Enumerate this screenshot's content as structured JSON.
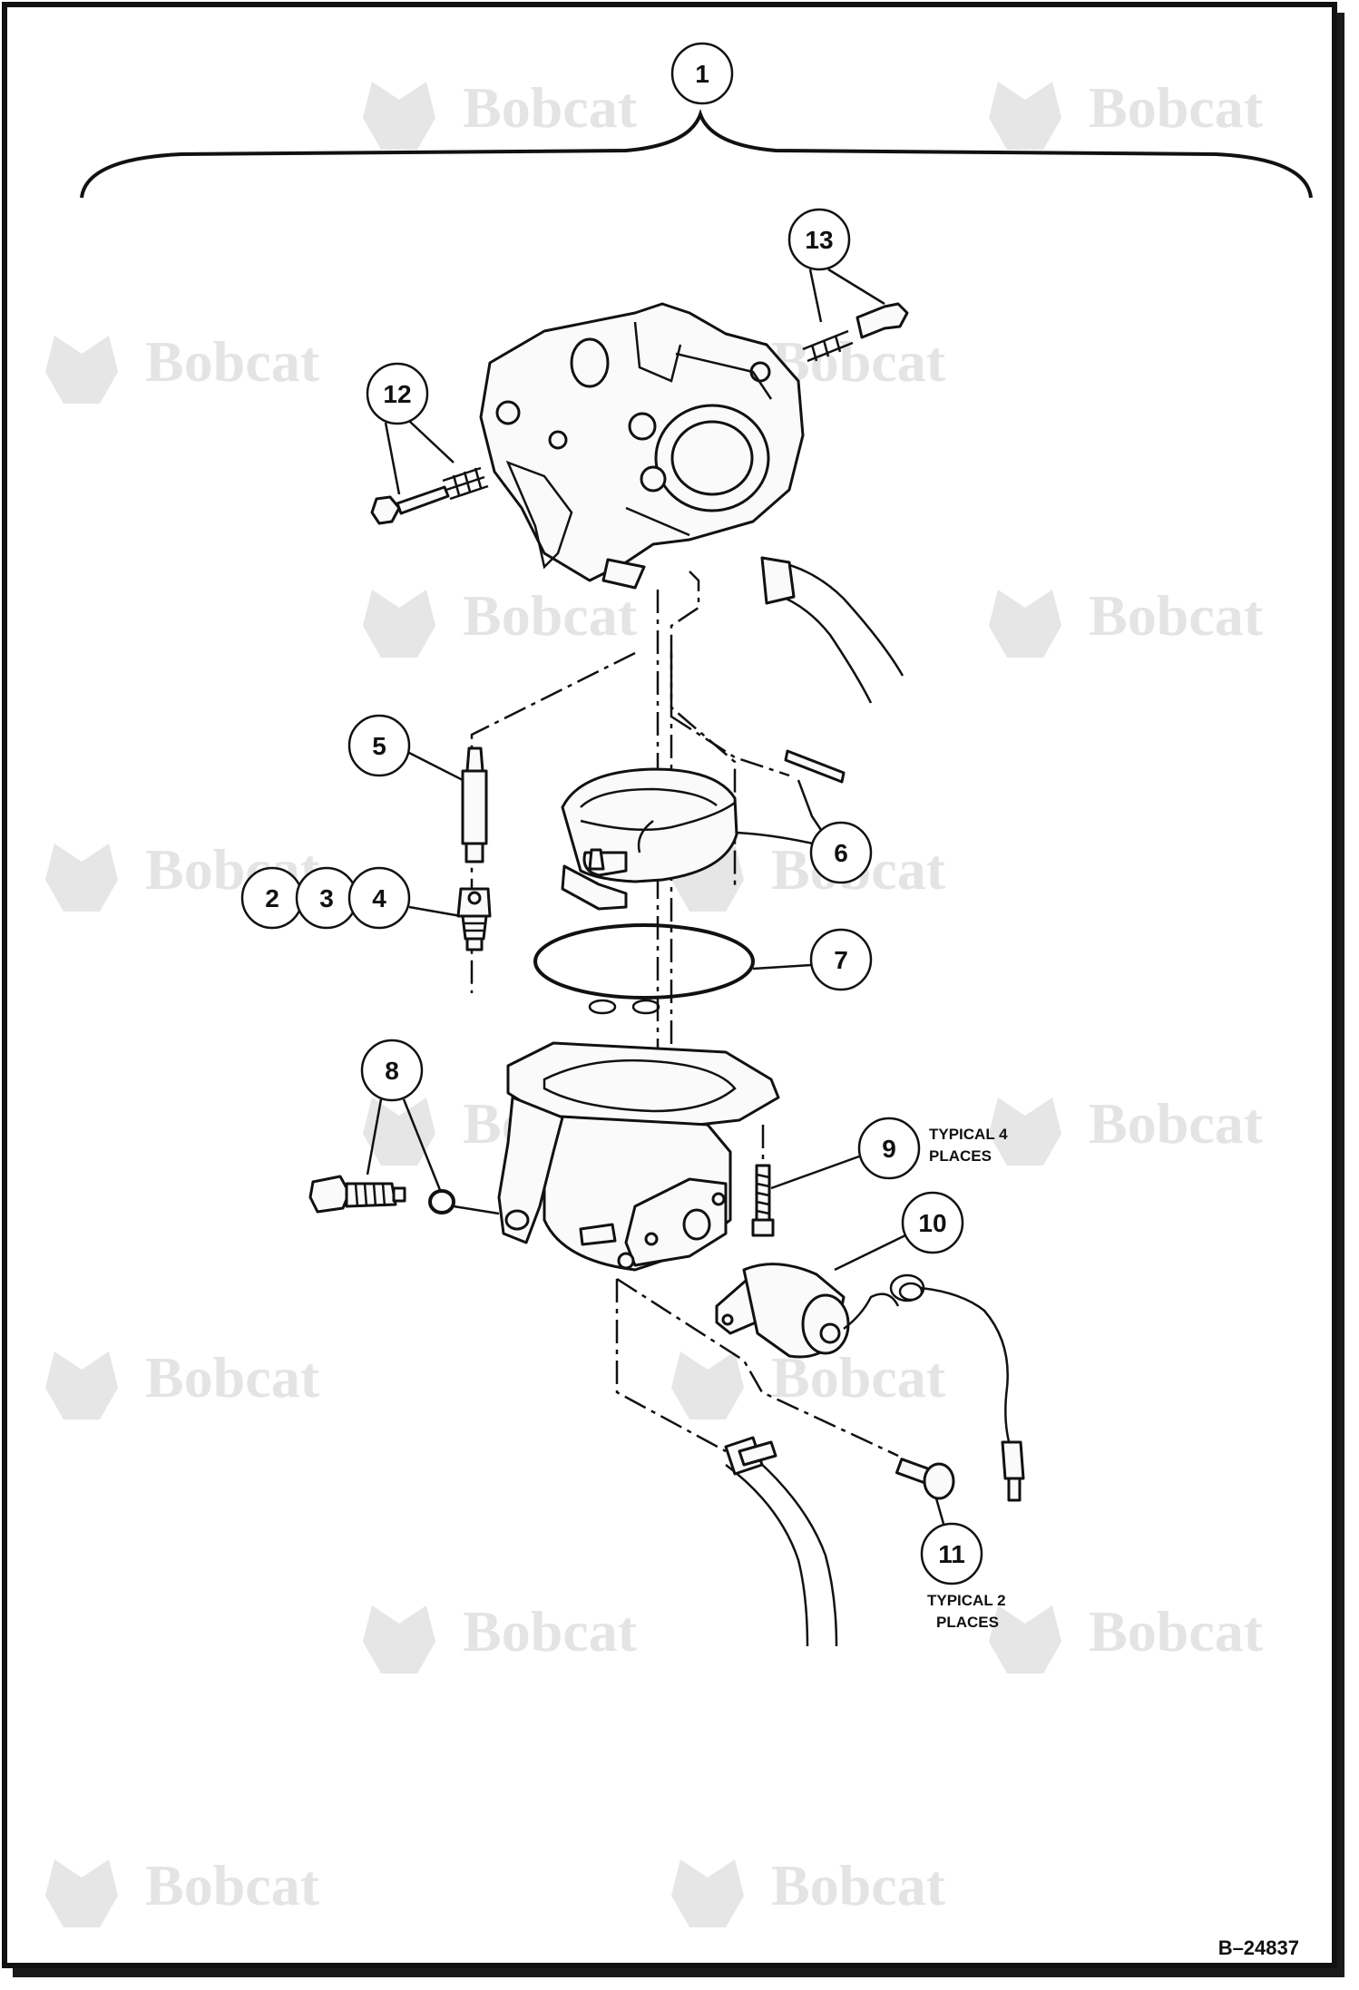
{
  "drawing_ref": "B–24837",
  "watermark": "Bobcat",
  "callouts": [
    {
      "id": "callout-1",
      "label": "1"
    },
    {
      "id": "callout-2",
      "label": "2"
    },
    {
      "id": "callout-3",
      "label": "3"
    },
    {
      "id": "callout-4",
      "label": "4"
    },
    {
      "id": "callout-5",
      "label": "5"
    },
    {
      "id": "callout-6",
      "label": "6"
    },
    {
      "id": "callout-7",
      "label": "7"
    },
    {
      "id": "callout-8",
      "label": "8"
    },
    {
      "id": "callout-9",
      "label": "9"
    },
    {
      "id": "callout-10",
      "label": "10"
    },
    {
      "id": "callout-11",
      "label": "11"
    },
    {
      "id": "callout-12",
      "label": "12"
    },
    {
      "id": "callout-13",
      "label": "13"
    }
  ],
  "notes": {
    "item9_line1": "TYPICAL 4",
    "item9_line2": "PLACES",
    "item11_line1": "TYPICAL 2",
    "item11_line2": "PLACES"
  },
  "colors": {
    "line": "#111111",
    "background": "#ffffff",
    "watermark": "#e4e4e4"
  }
}
